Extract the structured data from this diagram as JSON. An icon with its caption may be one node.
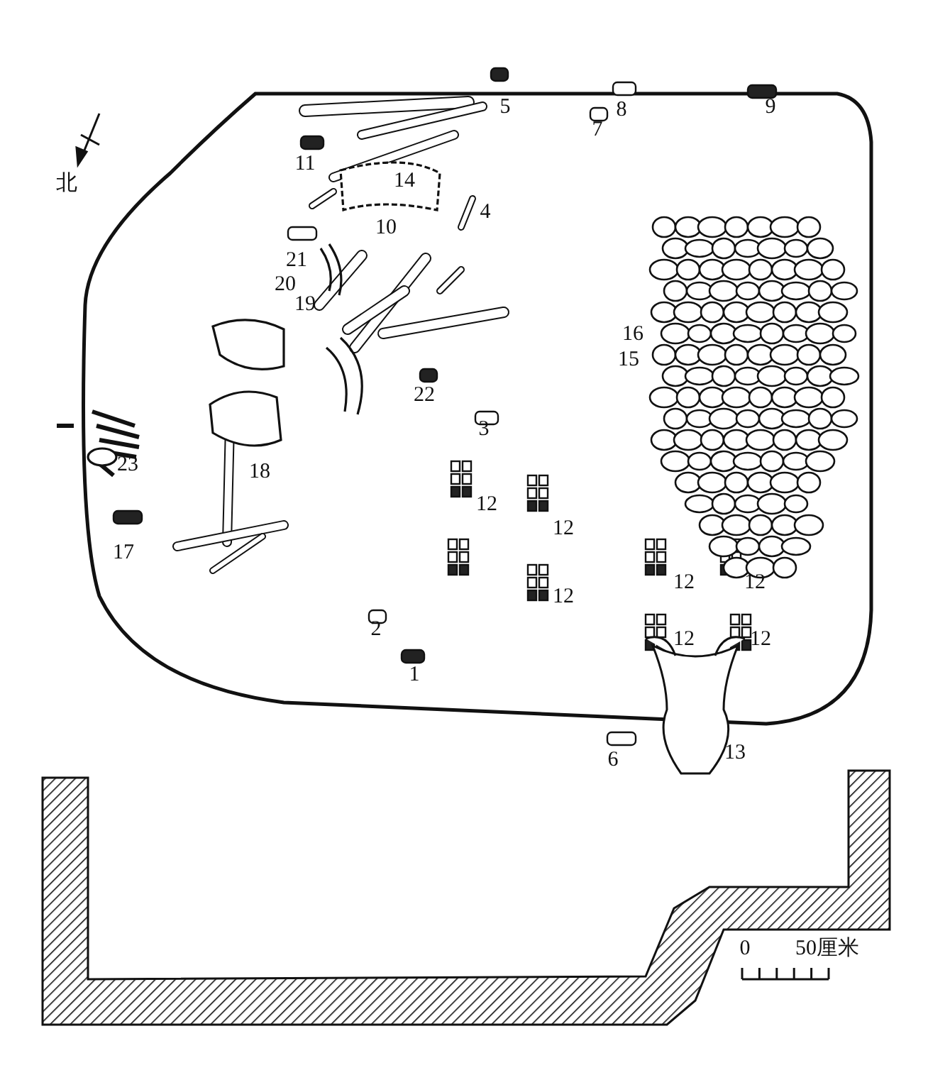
{
  "diagram": {
    "labels": [
      "5",
      "8",
      "9",
      "7",
      "11",
      "14",
      "北",
      "10",
      "4",
      "21",
      "20",
      "19",
      "16",
      "15",
      "22",
      "3",
      "23",
      "18",
      "12",
      "12",
      "12",
      "12",
      "12",
      "12",
      "12",
      "17",
      "2",
      "1",
      "6",
      "13",
      "0",
      "50厘米"
    ]
  }
}
